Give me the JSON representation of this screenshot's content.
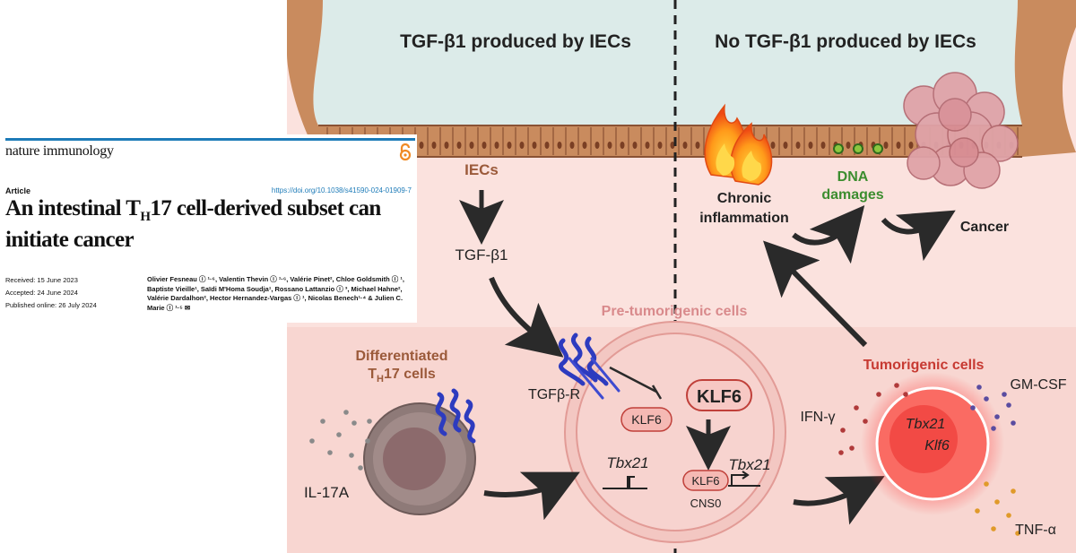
{
  "diagram": {
    "header_left": "TGF-β1 produced by IECs",
    "header_right": "No TGF-β1 produced by IECs",
    "iecs": "IECs",
    "tgfb1": "TGF-β1",
    "chronic_line1": "Chronic",
    "chronic_line2": "inflammation",
    "dna_line1": "DNA",
    "dna_line2": "damages",
    "cancer": "Cancer",
    "pre_tumorigenic": "Pre-tumorigenic cells",
    "tumorigenic": "Tumorigenic cells",
    "differentiated_line1": "Differentiated",
    "differentiated_line2_prefix": "T",
    "differentiated_line2_sub": "H",
    "differentiated_line2_suffix": "17 cells",
    "tgfb_r": "TGFβ-R",
    "klf6_box": "KLF6",
    "klf6_big": "KLF6",
    "tbx21": "Tbx21",
    "klf6_small": "KLF6",
    "tbx21_right": "Tbx21",
    "cns0": "CNS0",
    "il17a": "IL-17A",
    "ifn_g": "IFN-γ",
    "gm_csf": "GM-CSF",
    "tnf_a": "TNF-α",
    "nucleus_tbx21": "Tbx21",
    "nucleus_klf6": "Klf6",
    "colors": {
      "lumen": "#dcebe9",
      "tissue_upper": "#fbe2de",
      "tissue_lower": "#f7d2cc",
      "epithelium": "#c98b5e",
      "epithelium_dark": "#8a5234",
      "brown_text": "#9b5a3a",
      "green_text": "#3c8d2f",
      "pink_text": "#d98a8c",
      "red_text": "#c73a32",
      "receptor": "#2d3bbf",
      "arrow": "#2a2a2a"
    }
  },
  "paper": {
    "journal": "nature immunology",
    "article_type": "Article",
    "doi": "https://doi.org/10.1038/s41590-024-01909-7",
    "title_part1": "An intestinal T",
    "title_sub": "H",
    "title_part2": "17 cell-derived subset can initiate cancer",
    "received": "Received: 15 June 2023",
    "accepted": "Accepted: 24 June 2024",
    "published": "Published online: 26 July 2024",
    "authors": "Olivier Fesneau ⓘ ¹·⁶, Valentin Thevin ⓘ ¹·⁶, Valérie Pinet², Chloe Goldsmith ⓘ ¹, Baptiste Vieille¹, Saïdi M'Homa Soudja¹, Rossano Lattanzio ⓘ ³, Michael Hahne², Valérie Dardalhon², Hector Hernandez-Vargas ⓘ ¹, Nicolas Benech¹·⁴ & Julien C. Marie ⓘ ¹·⁵ ✉"
  }
}
